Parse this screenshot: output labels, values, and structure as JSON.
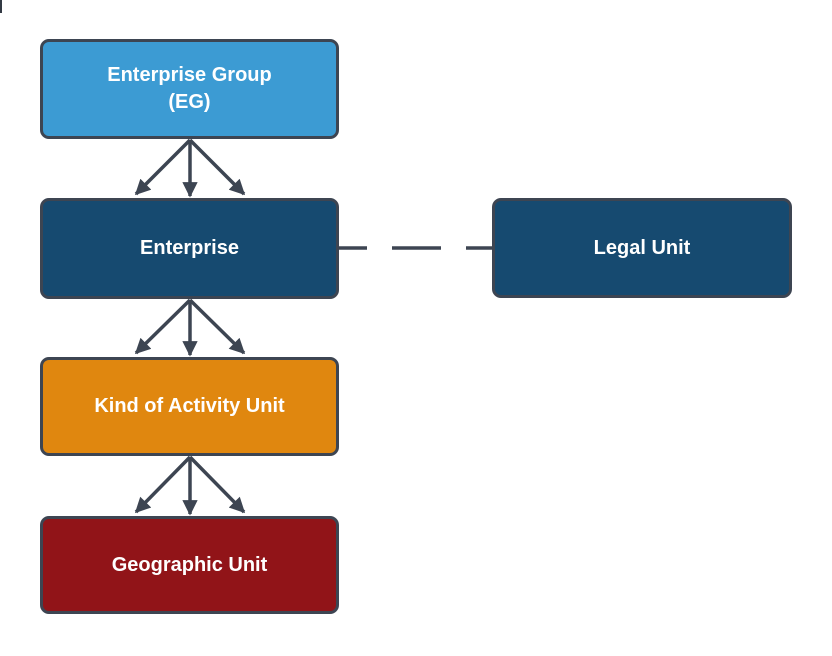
{
  "diagram": {
    "nodes": [
      {
        "id": "enterprise-group",
        "label": "Enterprise Group\n(EG)",
        "fill": "#3c9bd3"
      },
      {
        "id": "enterprise",
        "label": "Enterprise",
        "fill": "#164a70"
      },
      {
        "id": "legal-unit",
        "label": "Legal Unit",
        "fill": "#164a70"
      },
      {
        "id": "kind-of-activity-unit",
        "label": "Kind of Activity Unit",
        "fill": "#e0870f"
      },
      {
        "id": "geographic-unit",
        "label": "Geographic Unit",
        "fill": "#911418"
      }
    ],
    "edges": [
      {
        "from": "enterprise-group",
        "to": "enterprise",
        "style": "triple-arrow-fan"
      },
      {
        "from": "enterprise",
        "to": "kind-of-activity-unit",
        "style": "triple-arrow-fan"
      },
      {
        "from": "kind-of-activity-unit",
        "to": "geographic-unit",
        "style": "triple-arrow-fan"
      },
      {
        "from": "enterprise",
        "to": "legal-unit",
        "style": "dashed-line"
      }
    ],
    "colors": {
      "stroke": "#3d4552",
      "text": "#ffffff",
      "background": "#ffffff",
      "light_blue": "#3c9bd3",
      "dark_blue": "#164a70",
      "orange": "#e0870f",
      "dark_red": "#911418"
    }
  }
}
